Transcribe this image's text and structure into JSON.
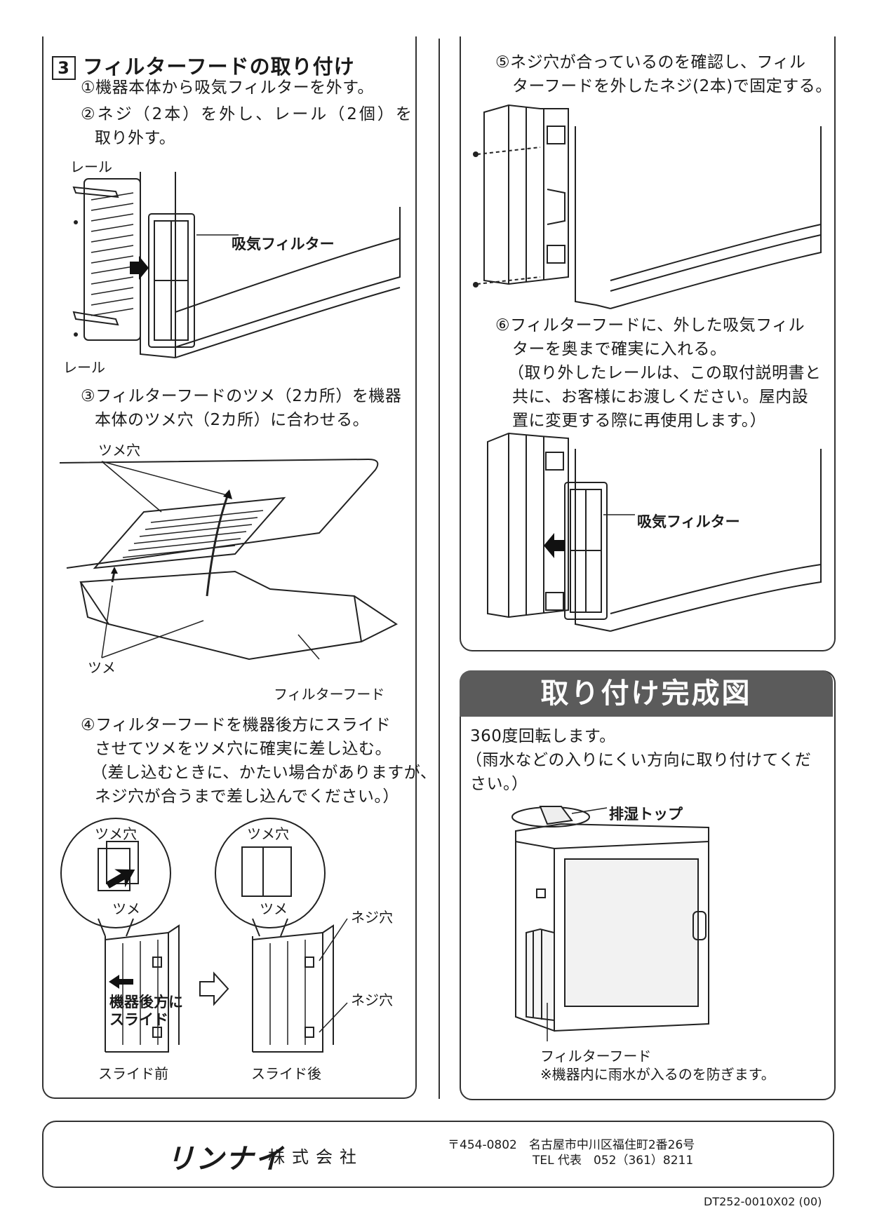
{
  "section3": {
    "number": "3",
    "title": "フィルターフードの取り付け",
    "step1": "①機器本体から吸気フィルターを外す。",
    "step2a": "②ネジ（2本）を外し、レール（2個）を",
    "step2b": "取り外す。",
    "label_rail_top": "レール",
    "label_rail_bottom": "レール",
    "label_intake_filter": "吸気フィルター",
    "step3a": "③フィルターフードのツメ（2カ所）を機器",
    "step3b": "本体のツメ穴（2カ所）に合わせる。",
    "label_claw_hole": "ツメ穴",
    "label_claw": "ツメ",
    "label_filter_hood": "フィルターフード",
    "step4a": "④フィルターフードを機器後方にスライド",
    "step4b": "させてツメをツメ穴に確実に差し込む。",
    "step4c": "（差し込むときに、かたい場合がありますが、",
    "step4d": "ネジ穴が合うまで差し込んでください。）",
    "label_claw_hole_left": "ツメ穴",
    "label_claw_left": "ツメ",
    "label_claw_hole_right": "ツメ穴",
    "label_claw_right": "ツメ",
    "label_screw_hole_top": "ネジ穴",
    "label_screw_hole_bottom": "ネジ穴",
    "label_slide_line1": "機器後方に",
    "label_slide_line2": "スライド",
    "label_before": "スライド前",
    "label_after": "スライド後"
  },
  "right_col": {
    "step5a": "⑤ネジ穴が合っているのを確認し、フィル",
    "step5b": "ターフードを外したネジ(2本)で固定する。",
    "step6a": "⑥フィルターフードに、外した吸気フィル",
    "step6b": "ターを奥まで確実に入れる。",
    "step6c": "（取り外したレールは、この取付説明書と",
    "step6d": "共に、お客様にお渡しください。屋内設",
    "step6e": "置に変更する際に再使用します。）",
    "label_intake_filter": "吸気フィルター"
  },
  "completion": {
    "title": "取り付け完成図",
    "text1": "360度回転します。",
    "text2a": "（雨水などの入りにくい方向に取り付けてくだ",
    "text2b": "さい。）",
    "label_top": "排湿トップ",
    "label_hood": "フィルターフード",
    "note": "※機器内に雨水が入るのを防ぎます。"
  },
  "footer": {
    "logo": "リンナイ",
    "company": "株式会社",
    "address_line1": "〒454-0802　名古屋市中川区福住町2番26号",
    "address_line2": "TEL 代表　052（361）8211"
  },
  "doc_number": "DT252-0010X02 (00)"
}
